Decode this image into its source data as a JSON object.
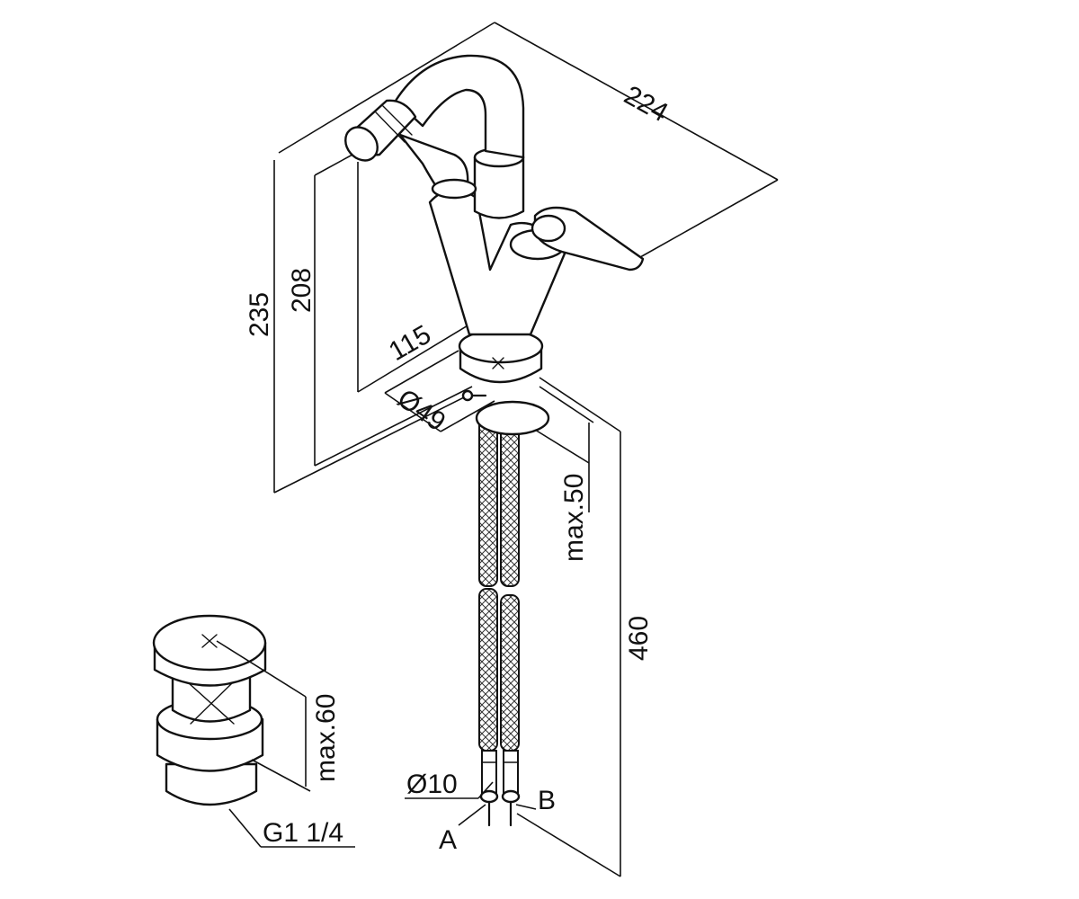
{
  "dimensions": {
    "width_total": "224",
    "height_total": "235",
    "height_spout": "208",
    "spout_reach": "115",
    "base_diameter": "Ø49",
    "max_counter_top": "max.50",
    "hose_length": "460",
    "hose_diameter": "Ø10",
    "waste_max_height": "max.60",
    "waste_thread": "G1 1/4"
  },
  "connections": {
    "inlet_a": "A",
    "inlet_b": "B"
  }
}
